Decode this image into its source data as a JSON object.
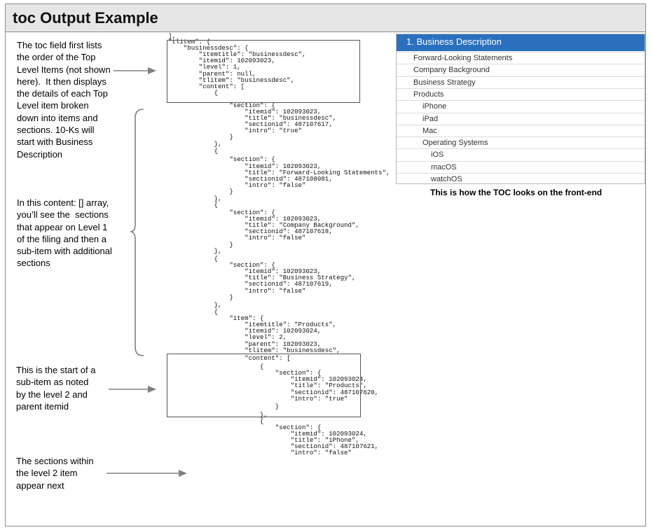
{
  "title": "toc Output Example",
  "notes": {
    "intro": "The toc field first lists\nthe order of the Top\nLevel Items (not shown\nhere).  It then displays\nthe details of each Top\nLevel item broken\ndown into items and\nsections. 10-Ks will\nstart with Business\nDescription",
    "content": "In this content: [] array,\nyou’ll see the  sections\nthat appear on Level 1\nof the filing and then a\nsub-item with additional\nsections",
    "subitem": "This is the start of a\nsub-item as noted\nby the level 2 and\nparent itemid",
    "sections": "The sections within\nthe level 2 item\nappear next"
  },
  "code_lines": [
    "],",
    "\"tlitem\": {",
    "    \"businessdesc\": {",
    "        \"itemtitle\": \"businessdesc\",",
    "        \"itemid\": 102093023,",
    "        \"level\": 1,",
    "        \"parent\": null,",
    "        \"tlitem\": \"businessdesc\",",
    "        \"content\": [",
    "            {",
    "                \"section\": {",
    "                    \"itemid\": 102093023,",
    "                    \"title\": \"businessdesc\",",
    "                    \"sectionid\": 487107617,",
    "                    \"intro\": \"true\"",
    "                }",
    "            },",
    "            {",
    "                \"section\": {",
    "                    \"itemid\": 102093023,",
    "                    \"title\": \"Forward-Looking Statements\",",
    "                    \"sectionid\": 487108081,",
    "                    \"intro\": \"false\"",
    "                }",
    "            },",
    "            {",
    "                \"section\": {",
    "                    \"itemid\": 102093023,",
    "                    \"title\": \"Company Background\",",
    "                    \"sectionid\": 487107618,",
    "                    \"intro\": \"false\"",
    "                }",
    "            },",
    "            {",
    "                \"section\": {",
    "                    \"itemid\": 102093023,",
    "                    \"title\": \"Business Strategy\",",
    "                    \"sectionid\": 487107619,",
    "                    \"intro\": \"false\"",
    "                }",
    "            },",
    "            {",
    "                \"item\": {",
    "                    \"itemtitle\": \"Products\",",
    "                    \"itemid\": 102093024,",
    "                    \"level\": 2,",
    "                    \"parent\": 102093023,",
    "                    \"tlitem\": \"businessdesc\",",
    "                    \"content\": [",
    "                        {",
    "                            \"section\": {",
    "                                \"itemid\": 102093024,",
    "                                \"title\": \"Products\",",
    "                                \"sectionid\": 487107620,",
    "                                \"intro\": \"true\"",
    "                            }",
    "                        },",
    "                        {",
    "                            \"section\": {",
    "                                \"itemid\": 102093024,",
    "                                \"title\": \"iPhone\",",
    "                                \"sectionid\": 487107621,",
    "                                \"intro\": \"false\""
  ],
  "toc": {
    "header": "1. Business Description",
    "items": [
      {
        "label": "Forward-Looking Statements",
        "depth": 0
      },
      {
        "label": "Company Background",
        "depth": 0
      },
      {
        "label": "Business Strategy",
        "depth": 0
      },
      {
        "label": "Products",
        "depth": 0
      },
      {
        "label": "iPhone",
        "depth": 1
      },
      {
        "label": "iPad",
        "depth": 1
      },
      {
        "label": "Mac",
        "depth": 1
      },
      {
        "label": "Operating Systems",
        "depth": 1
      },
      {
        "label": "iOS",
        "depth": 2
      },
      {
        "label": "macOS",
        "depth": 2
      },
      {
        "label": "watchOS",
        "depth": 2
      }
    ],
    "header_color": "#2a70be"
  },
  "caption": "This is how the TOC looks on the front-end"
}
